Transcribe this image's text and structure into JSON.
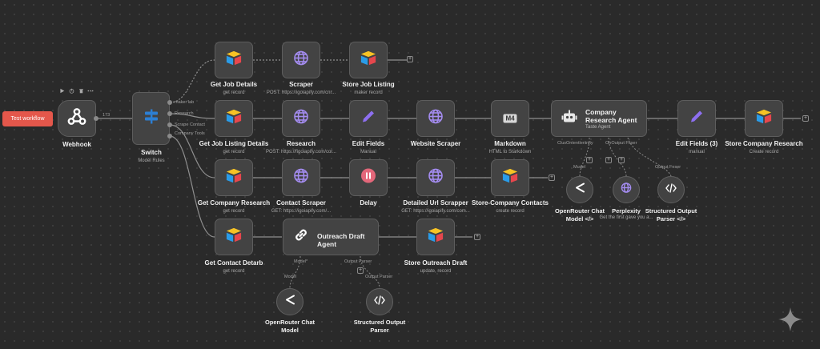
{
  "test_button": "Test workflow",
  "colors": {
    "canvas": "#2a2a2a",
    "node": "#434343",
    "accent_red": "#e4574b",
    "airtable_yellow": "#f7c325",
    "airtable_red": "#e6474d",
    "airtable_blue": "#2a9ce8",
    "globe_purple": "#a48cf0",
    "edit_purple": "#8d6ff0",
    "switch_blue": "#2c7fd4"
  },
  "icons": {
    "webhook": "webhook-icon",
    "switch": "switch-icon",
    "airtable": "airtable-icon",
    "http": "globe-icon",
    "edit": "pencil-icon",
    "markdown": "markdown-icon",
    "agent": "robot-icon",
    "link": "link-icon",
    "wait": "pause-icon",
    "chat_model": "openrouter-icon",
    "parser": "code-icon"
  },
  "nodes": {
    "webhook": {
      "title": "Webhook"
    },
    "switch": {
      "title": "Switch",
      "subtitle": "Model Rules",
      "outputs": [
        "maker lab",
        "Research",
        "Scrape Contact",
        "Company Tools"
      ]
    },
    "get_job_details": {
      "title": "Get Job Details",
      "subtitle": "get record"
    },
    "scraper": {
      "title": "Scraper",
      "subtitle": "POST: https://igoiapify.com/cnr..."
    },
    "store_job_listing": {
      "title": "Store Job Listing",
      "subtitle": "maker record"
    },
    "get_job_listing_details": {
      "title": "Get Job Listing Details",
      "subtitle": "get record"
    },
    "research": {
      "title": "Research",
      "subtitle": "POST: https://figoiapify.com/cor..."
    },
    "edit_fields": {
      "title": "Edit Fields",
      "subtitle": "Manual"
    },
    "website_scraper": {
      "title": "Website Scraper"
    },
    "markdown": {
      "title": "Markdown",
      "subtitle": "HTML to Starkdown",
      "badge": "M4"
    },
    "company_research_agent": {
      "title": "Company Research Agent",
      "subtitle": "Taste Agent",
      "ports": [
        "ClusOntentleriinity",
        "OnOutput Feser",
        "Output Feser"
      ]
    },
    "edit_fields_3": {
      "title": "Edit Fields (3)",
      "subtitle": "manual"
    },
    "store_company_research": {
      "title": "Store Company Research",
      "subtitle": "Create record"
    },
    "get_company_research": {
      "title": "Get Company Research",
      "subtitle": "get record"
    },
    "contact_scraper": {
      "title": "Contact Scraper",
      "subtitle": "GET: https://igoiapify.com/..."
    },
    "delay": {
      "title": "Delay"
    },
    "detailed_url_scrapper": {
      "title": "Detailed Url Scrapper",
      "subtitle": "GET: https://igoiapify.com/com..."
    },
    "store_company_contacts": {
      "title": "Store-Company Contacts",
      "subtitle": "create record"
    },
    "openrouter_chat_model_1": {
      "title": "OpenRouter Chat Model </>",
      "port": "Mudel"
    },
    "perplexity": {
      "title": "Perplexity",
      "subtitle": "Get the first gave you a..."
    },
    "structured_output_parser_1": {
      "title": "Structured Output Parser </>"
    },
    "get_contact_detarb": {
      "title": "Get Contact Detarb",
      "subtitle": "get record"
    },
    "outreach_draft_agent": {
      "title": "Outreach Draft Agent",
      "ports": [
        "Model*",
        "Output Parser"
      ]
    },
    "store_outreach_draft": {
      "title": "Store Outreach Draft",
      "subtitle": "update, record"
    },
    "openrouter_chat_model_2": {
      "title": "OpenRouter Chat Model",
      "port": "Model"
    },
    "structured_output_parser_2": {
      "title": "Structured Output Parser",
      "port": "Output Parser"
    }
  },
  "edge_labels": {
    "webhook_count": "173"
  }
}
